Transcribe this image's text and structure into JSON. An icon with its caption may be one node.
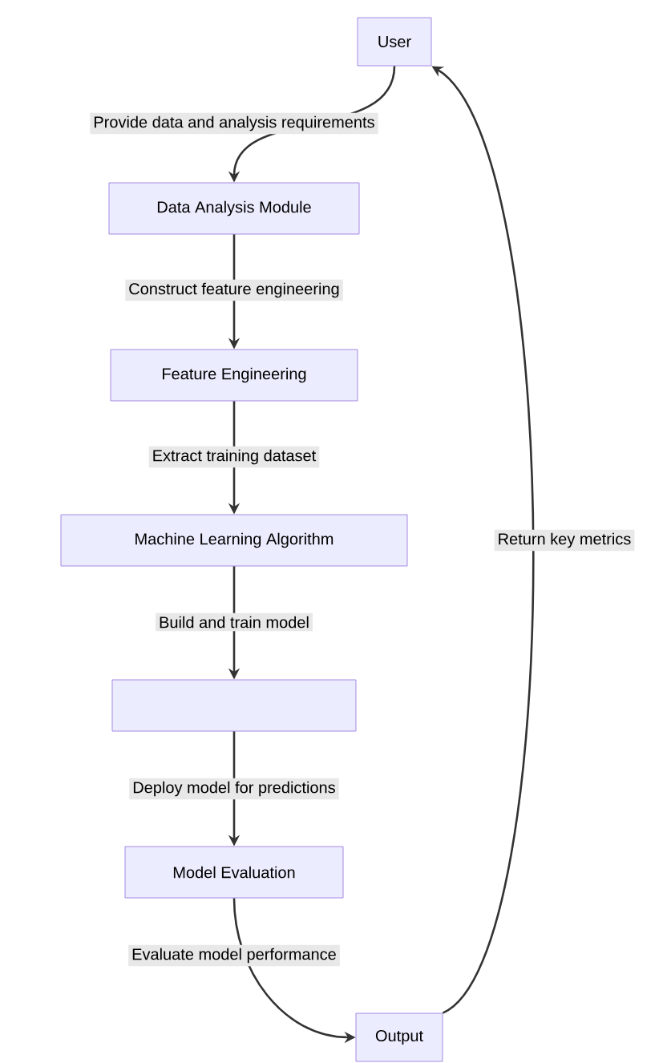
{
  "diagram": {
    "nodes": [
      {
        "text": [
          "User"
        ]
      },
      {
        "text": [
          "Data Analysis Module"
        ]
      },
      {
        "text": [
          "Feature Engineering"
        ]
      },
      {
        "text": [
          "Machine Learning Algorithm"
        ]
      },
      {
        "text": [],
        "shape": "box"
      },
      {
        "text": [
          "Model Evaluation"
        ]
      },
      {
        "text": [
          "Output"
        ]
      }
    ],
    "edges": [
      {
        "from": 0,
        "to": 1,
        "arrow": "to",
        "label": "Provide data and analysis requirements"
      },
      {
        "from": 1,
        "to": 2,
        "arrow": "to",
        "label": "Construct feature engineering"
      },
      {
        "from": 2,
        "to": 3,
        "arrow": "to",
        "label": "Extract training dataset"
      },
      {
        "from": 3,
        "to": 4,
        "arrow": "to",
        "label": "Build and train model"
      },
      {
        "from": 4,
        "to": 5,
        "arrow": "to",
        "label": "Deploy model for predictions"
      },
      {
        "from": 5,
        "to": 6,
        "arrow": "to",
        "label": "Evaluate model performance"
      },
      {
        "from": 6,
        "to": 0,
        "arrow": "to",
        "label": "Return key metrics"
      }
    ]
  }
}
